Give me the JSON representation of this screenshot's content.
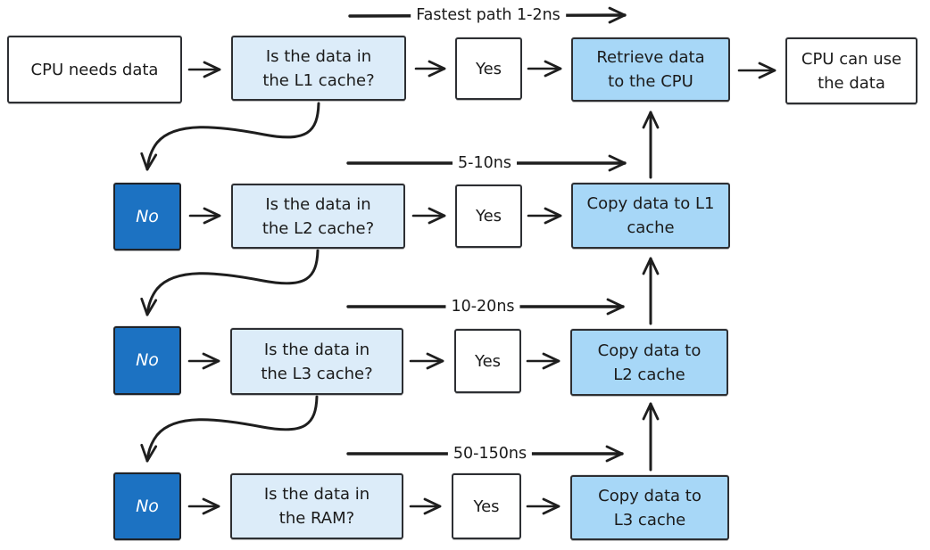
{
  "colors": {
    "box_white": "#ffffff",
    "box_light_blue": "#dcecf9",
    "box_medium_blue": "#a7d7f7",
    "box_dark_blue": "#1c72c2",
    "stroke": "#1e1e1e",
    "text": "#1b1b1b"
  },
  "nodes": {
    "cpu_needs_data": "CPU needs data",
    "q_l1": "Is the data in\nthe L1 cache?",
    "yes_l1": "Yes",
    "retrieve": "Retrieve data\nto the CPU",
    "cpu_can_use": "CPU can use\nthe data",
    "no_l1": "No",
    "q_l2": "Is the data in\nthe L2 cache?",
    "yes_l2": "Yes",
    "copy_l1": "Copy data to L1\ncache",
    "no_l2": "No",
    "q_l3": "Is the data in\nthe L3 cache?",
    "yes_l3": "Yes",
    "copy_l2": "Copy data to\nL2 cache",
    "no_l3": "No",
    "q_ram": "Is the data in\nthe RAM?",
    "yes_ram": "Yes",
    "copy_l3": "Copy data to\nL3 cache"
  },
  "annotations": {
    "fastest_path": "Fastest path 1-2ns",
    "l2_time": "5-10ns",
    "l3_time": "10-20ns",
    "ram_time": "50-150ns"
  }
}
